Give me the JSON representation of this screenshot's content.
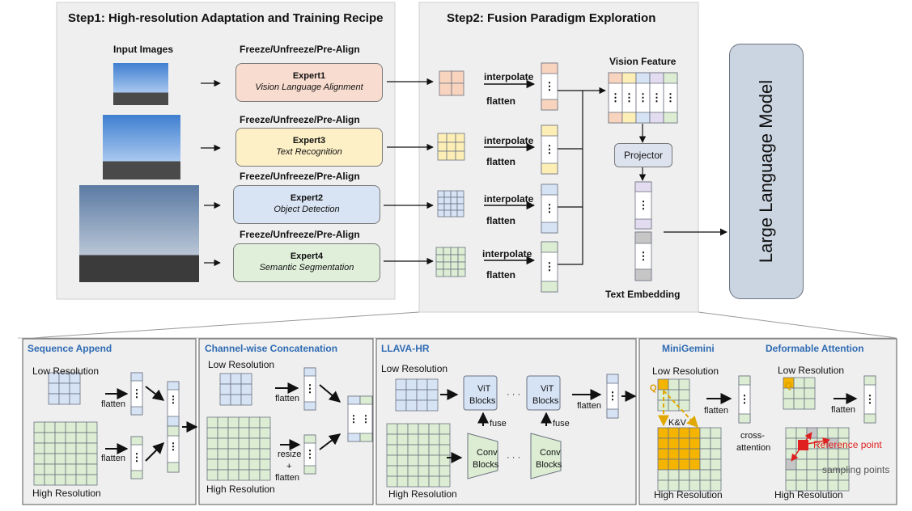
{
  "step1": {
    "title": "Step1: High-resolution Adaptation and Training Recipe",
    "input_images_label": "Input Images",
    "freeze_label": "Freeze/Unfreeze/Pre-Align",
    "experts": [
      {
        "name": "Expert1",
        "desc": "Vision Language Alignment",
        "color": "#f8dccf"
      },
      {
        "name": "Expert3",
        "desc": "Text Recognition",
        "color": "#fdf0c7"
      },
      {
        "name": "Expert2",
        "desc": "Object Detection",
        "color": "#d8e3f3"
      },
      {
        "name": "Expert4",
        "desc": "Semantic Segmentation",
        "color": "#dfefd9"
      }
    ]
  },
  "step2": {
    "title": "Step2: Fusion Paradigm Exploration",
    "interpolate": "interpolate",
    "flatten": "flatten",
    "vision_feature": "Vision Feature",
    "projector": "Projector",
    "text_embedding": "Text Embedding"
  },
  "llm_label": "Large Language Model",
  "panels": {
    "sequence_append": {
      "title": "Sequence Append",
      "low": "Low Resolution",
      "high": "High Resolution",
      "flatten": "flatten"
    },
    "channel_concat": {
      "title": "Channel-wise Concatenation",
      "low": "Low Resolution",
      "high": "High Resolution",
      "flatten": "flatten",
      "resize": "resize",
      "plus": "+"
    },
    "llava_hr": {
      "title": "LLAVA-HR",
      "low": "Low Resolution",
      "high": "High Resolution",
      "vit": [
        "ViT",
        "Blocks"
      ],
      "conv": [
        "Conv",
        "Blocks"
      ],
      "fuse": "fuse",
      "flatten": "flatten",
      "dots": "· · ·"
    },
    "minigemini": {
      "title": "MiniGemini",
      "low": "Low Resolution",
      "high": "High Resolution",
      "q": "Q",
      "kv": "K&V",
      "flatten": "flatten",
      "cross": [
        "cross-",
        "attention"
      ]
    },
    "deformable": {
      "title": "Deformable Attention",
      "low": "Low Resolution",
      "high": "High Resolution",
      "q": "Q",
      "flatten": "flatten",
      "ref": "Reference point",
      "samp": "sampling points"
    }
  },
  "colors": {
    "orange": "#f8d3be",
    "yellow": "#fdeeb6",
    "blue": "#d6e3f5",
    "green": "#dcedd3",
    "purple": "#e3dcf0",
    "gray_block": "#c6c6c6",
    "gold": "#f4b400",
    "red": "#e02020"
  }
}
